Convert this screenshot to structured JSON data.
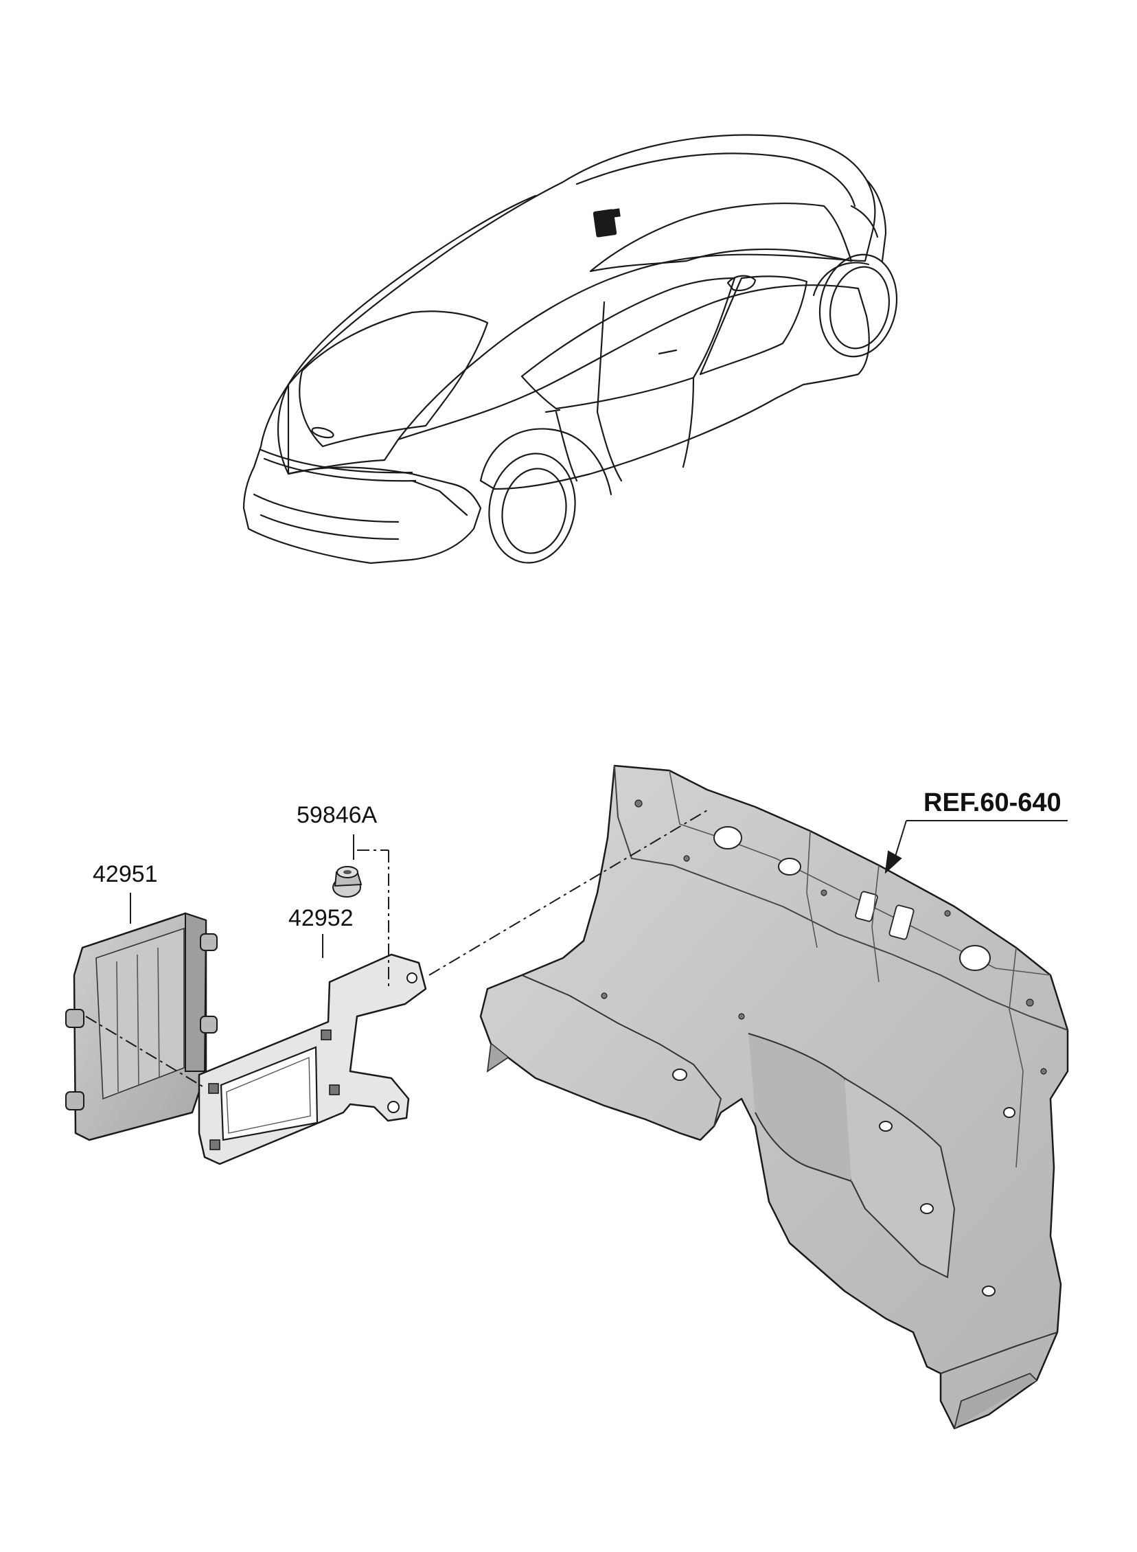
{
  "callouts": {
    "ecu": "42951",
    "bracket": "42952",
    "nut": "59846A",
    "reference": "REF.60-640"
  },
  "colors": {
    "line": "#1a1a1a",
    "panel_fill": "#c9c9c9",
    "panel_dark": "#a9a9a9",
    "ecu_fill": "#bdbdbd"
  }
}
